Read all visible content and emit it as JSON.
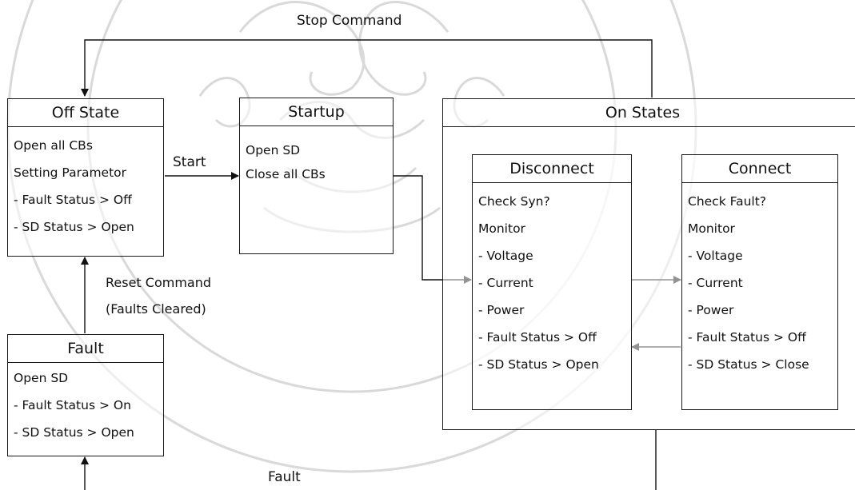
{
  "labels": {
    "stop_command": "Stop Command",
    "start": "Start",
    "reset_command": "Reset Command",
    "faults_cleared": "(Faults Cleared)",
    "fault": "Fault"
  },
  "states": {
    "off": {
      "title": "Off State",
      "lines": [
        "Open all CBs",
        "Setting Parametor",
        "- Fault Status > Off",
        "- SD Status > Open"
      ]
    },
    "startup": {
      "title": "Startup",
      "lines": [
        "Open SD",
        "Close all CBs"
      ]
    },
    "on": {
      "title": "On States"
    },
    "disconnect": {
      "title": "Disconnect",
      "lines": [
        "Check Syn?",
        "Monitor",
        "- Voltage",
        "- Current",
        "- Power",
        "- Fault Status > Off",
        "- SD Status > Open"
      ]
    },
    "connect": {
      "title": "Connect",
      "lines": [
        "Check Fault?",
        "Monitor",
        "- Voltage",
        "- Current",
        "- Power",
        "- Fault Status > Off",
        "- SD Status > Close"
      ]
    },
    "fault": {
      "title": "Fault",
      "lines": [
        "Open SD",
        "- Fault Status > On",
        "- SD Status > Open"
      ]
    }
  }
}
